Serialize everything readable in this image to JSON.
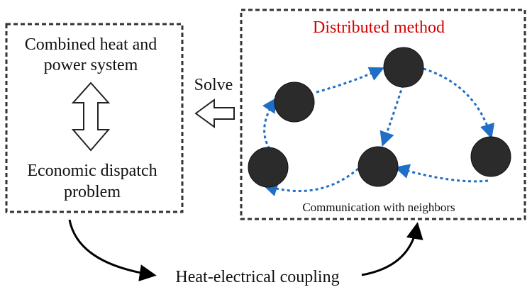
{
  "left_box": {
    "title_line1": "Combined heat and",
    "title_line2": "power system",
    "bottom_line1": "Economic dispatch",
    "bottom_line2": "problem"
  },
  "solve_label": "Solve",
  "right_box": {
    "title": "Distributed method",
    "caption": "Communication with neighbors",
    "title_color": "#d40000"
  },
  "coupling_label": "Heat-electrical coupling",
  "colors": {
    "node_fill": "#2b2b2b",
    "edge": "#1f6fc4",
    "border": "#333333"
  },
  "icons": [
    "double-vertical-arrow-icon",
    "left-hollow-arrow-icon"
  ]
}
